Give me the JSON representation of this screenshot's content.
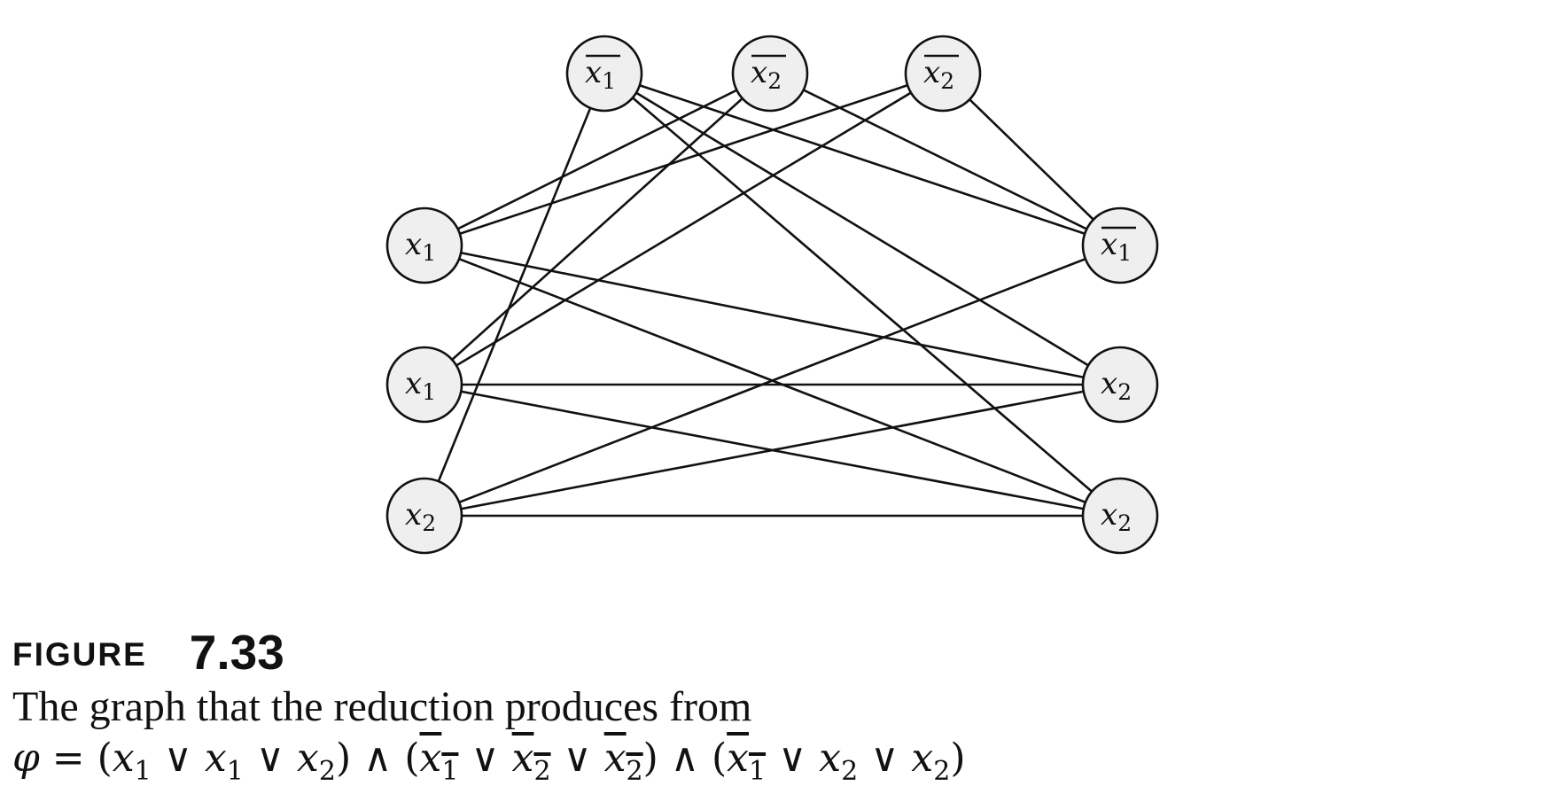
{
  "nodes": [
    {
      "id": "top-1",
      "var": "x",
      "sub": "1",
      "negated": true
    },
    {
      "id": "top-2",
      "var": "x",
      "sub": "2",
      "negated": true
    },
    {
      "id": "top-3",
      "var": "x",
      "sub": "2",
      "negated": true
    },
    {
      "id": "left-1",
      "var": "x",
      "sub": "1",
      "negated": false
    },
    {
      "id": "left-2",
      "var": "x",
      "sub": "1",
      "negated": false
    },
    {
      "id": "left-3",
      "var": "x",
      "sub": "2",
      "negated": false
    },
    {
      "id": "right-1",
      "var": "x",
      "sub": "1",
      "negated": true
    },
    {
      "id": "right-2",
      "var": "x",
      "sub": "2",
      "negated": false
    },
    {
      "id": "right-3",
      "var": "x",
      "sub": "2",
      "negated": false
    }
  ],
  "edges": [
    [
      "top-1",
      "left-3"
    ],
    [
      "top-1",
      "right-1"
    ],
    [
      "top-1",
      "right-2"
    ],
    [
      "top-1",
      "right-3"
    ],
    [
      "top-2",
      "left-1"
    ],
    [
      "top-2",
      "left-2"
    ],
    [
      "top-2",
      "right-1"
    ],
    [
      "top-3",
      "left-1"
    ],
    [
      "top-3",
      "left-2"
    ],
    [
      "top-3",
      "right-1"
    ],
    [
      "left-1",
      "right-2"
    ],
    [
      "left-1",
      "right-3"
    ],
    [
      "left-2",
      "right-2"
    ],
    [
      "left-2",
      "right-3"
    ],
    [
      "left-3",
      "right-1"
    ],
    [
      "left-3",
      "right-2"
    ],
    [
      "left-3",
      "right-3"
    ]
  ],
  "caption": {
    "label": "FIGURE",
    "number": "7.33",
    "text": "The graph that the reduction produces from"
  },
  "formula": {
    "phi": "φ",
    "eq": " = ",
    "and_sym": " ∧ ",
    "or_sym": " ∨ ",
    "clauses": [
      [
        {
          "var": "x",
          "sub": "1",
          "negated": false
        },
        {
          "var": "x",
          "sub": "1",
          "negated": false
        },
        {
          "var": "x",
          "sub": "2",
          "negated": false
        }
      ],
      [
        {
          "var": "x",
          "sub": "1",
          "negated": true
        },
        {
          "var": "x",
          "sub": "2",
          "negated": true
        },
        {
          "var": "x",
          "sub": "2",
          "negated": true
        }
      ],
      [
        {
          "var": "x",
          "sub": "1",
          "negated": true
        },
        {
          "var": "x",
          "sub": "2",
          "negated": false
        },
        {
          "var": "x",
          "sub": "2",
          "negated": false
        }
      ]
    ]
  }
}
